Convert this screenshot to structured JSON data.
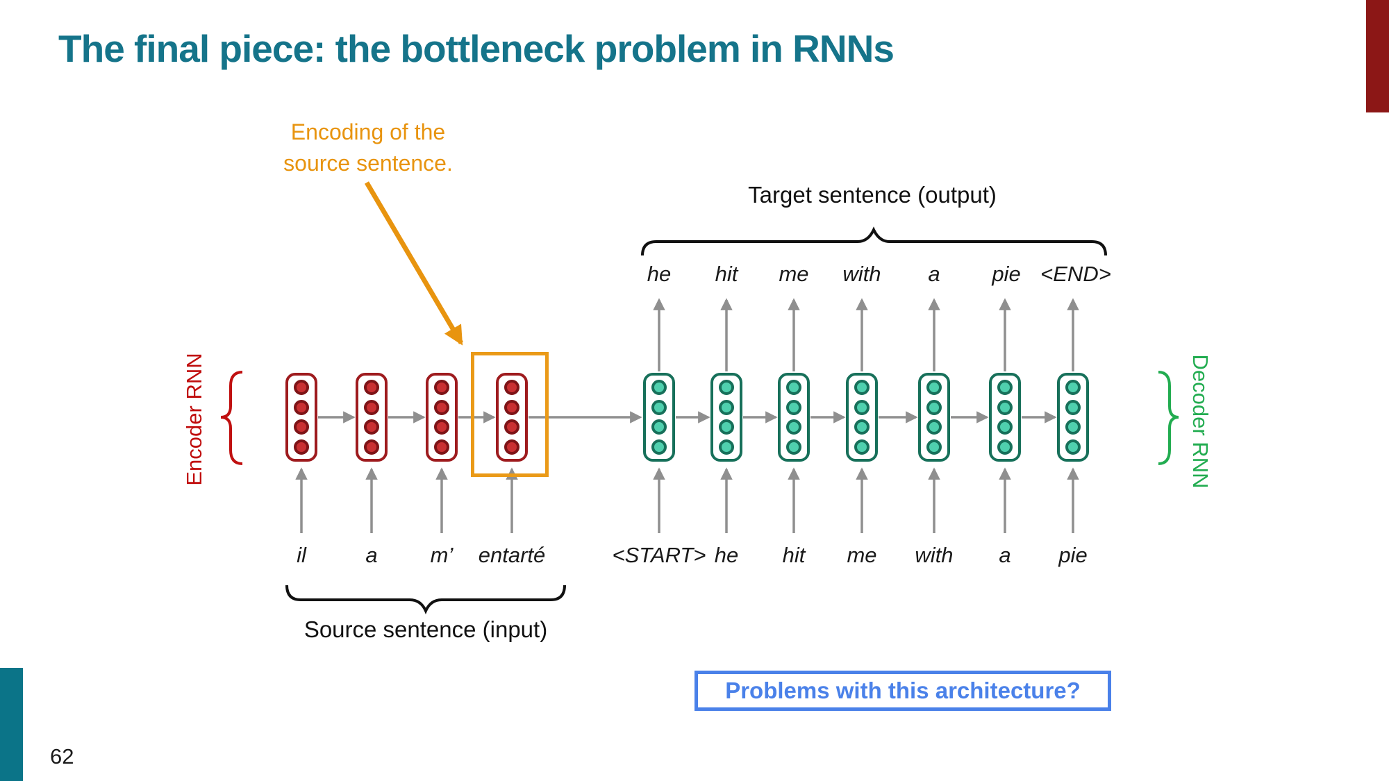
{
  "slide": {
    "title": "The final piece: the bottleneck problem in RNNs",
    "page_number": "62"
  },
  "annotations": {
    "encoding_note_line1": "Encoding of the",
    "encoding_note_line2": "source sentence.",
    "problems_question": "Problems with this architecture?"
  },
  "labels": {
    "target_sentence": "Target sentence (output)",
    "source_sentence": "Source sentence (input)",
    "encoder_rnn": "Encoder RNN",
    "decoder_rnn": "Decoder RNN"
  },
  "diagram": {
    "source_words": [
      "il",
      "a",
      "m’",
      "entarté"
    ],
    "decoder_input_words": [
      "<START>",
      "he",
      "hit",
      "me",
      "with",
      "a",
      "pie"
    ],
    "target_words": [
      "he",
      "hit",
      "me",
      "with",
      "a",
      "pie",
      "<END>"
    ],
    "encoder_cell_count": 4,
    "decoder_cell_count": 7,
    "hidden_units_per_cell": 4,
    "colors": {
      "title_teal": "#15748A",
      "corner_bar_red": "#8C1716",
      "corner_bar_teal": "#0B7488",
      "encoder_border": "#9E1B1E",
      "encoder_dot": "#C93032",
      "encoder_label": "#C00D0D",
      "decoder_border": "#17705A",
      "decoder_dot": "#4FD0AE",
      "decoder_label": "#22AC50",
      "arrow_gray": "#8F8F8F",
      "highlight_orange": "#EA9A18",
      "problems_blue": "#4A81E9"
    }
  }
}
